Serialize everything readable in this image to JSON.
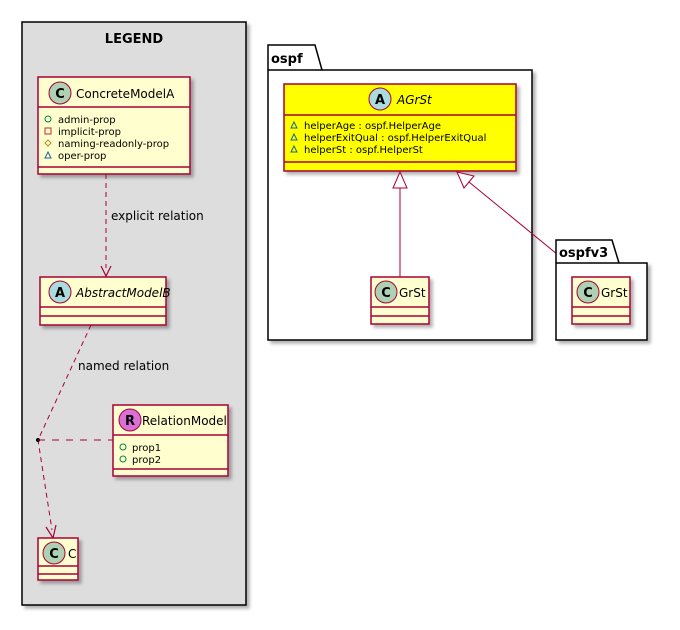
{
  "legend": {
    "title": "LEGEND",
    "concrete_model": {
      "stereotype": "C",
      "name": "ConcreteModelA",
      "attributes": [
        {
          "visibility": "public",
          "text": "admin-prop"
        },
        {
          "visibility": "private",
          "text": "implicit-prop"
        },
        {
          "visibility": "protected",
          "text": "naming-readonly-prop"
        },
        {
          "visibility": "package",
          "text": "oper-prop"
        }
      ]
    },
    "explicit_relation_label": "explicit relation",
    "abstract_model": {
      "stereotype": "A",
      "name": "AbstractModelB"
    },
    "named_relation_label": "named relation",
    "relation_model": {
      "stereotype": "R",
      "name": "RelationModel",
      "attributes": [
        {
          "visibility": "public",
          "text": "prop1"
        },
        {
          "visibility": "public",
          "text": "prop2"
        }
      ]
    },
    "class_c": {
      "stereotype": "C",
      "name": "C"
    }
  },
  "ospf": {
    "package_name": "ospf",
    "agrst": {
      "stereotype": "A",
      "name": "AGrSt",
      "attributes": [
        {
          "visibility": "package",
          "text": "helperAge : ospf.HelperAge"
        },
        {
          "visibility": "package",
          "text": "helperExitQual : ospf.HelperExitQual"
        },
        {
          "visibility": "package",
          "text": "helperSt : ospf.HelperSt"
        }
      ]
    },
    "grst": {
      "stereotype": "C",
      "name": "GrSt"
    }
  },
  "ospfv3": {
    "package_name": "ospfv3",
    "grst": {
      "stereotype": "C",
      "name": "GrSt"
    }
  },
  "colors": {
    "class_fill": "#FEFECE",
    "class_border": "#A80036",
    "highlight_fill": "#FFFF00",
    "legend_bg": "#DDDDDD",
    "circle_class": "#ADD1B2",
    "circle_abstract": "#A9DCDF",
    "circle_relation": "#DA70D6",
    "edge": "#A80036"
  }
}
